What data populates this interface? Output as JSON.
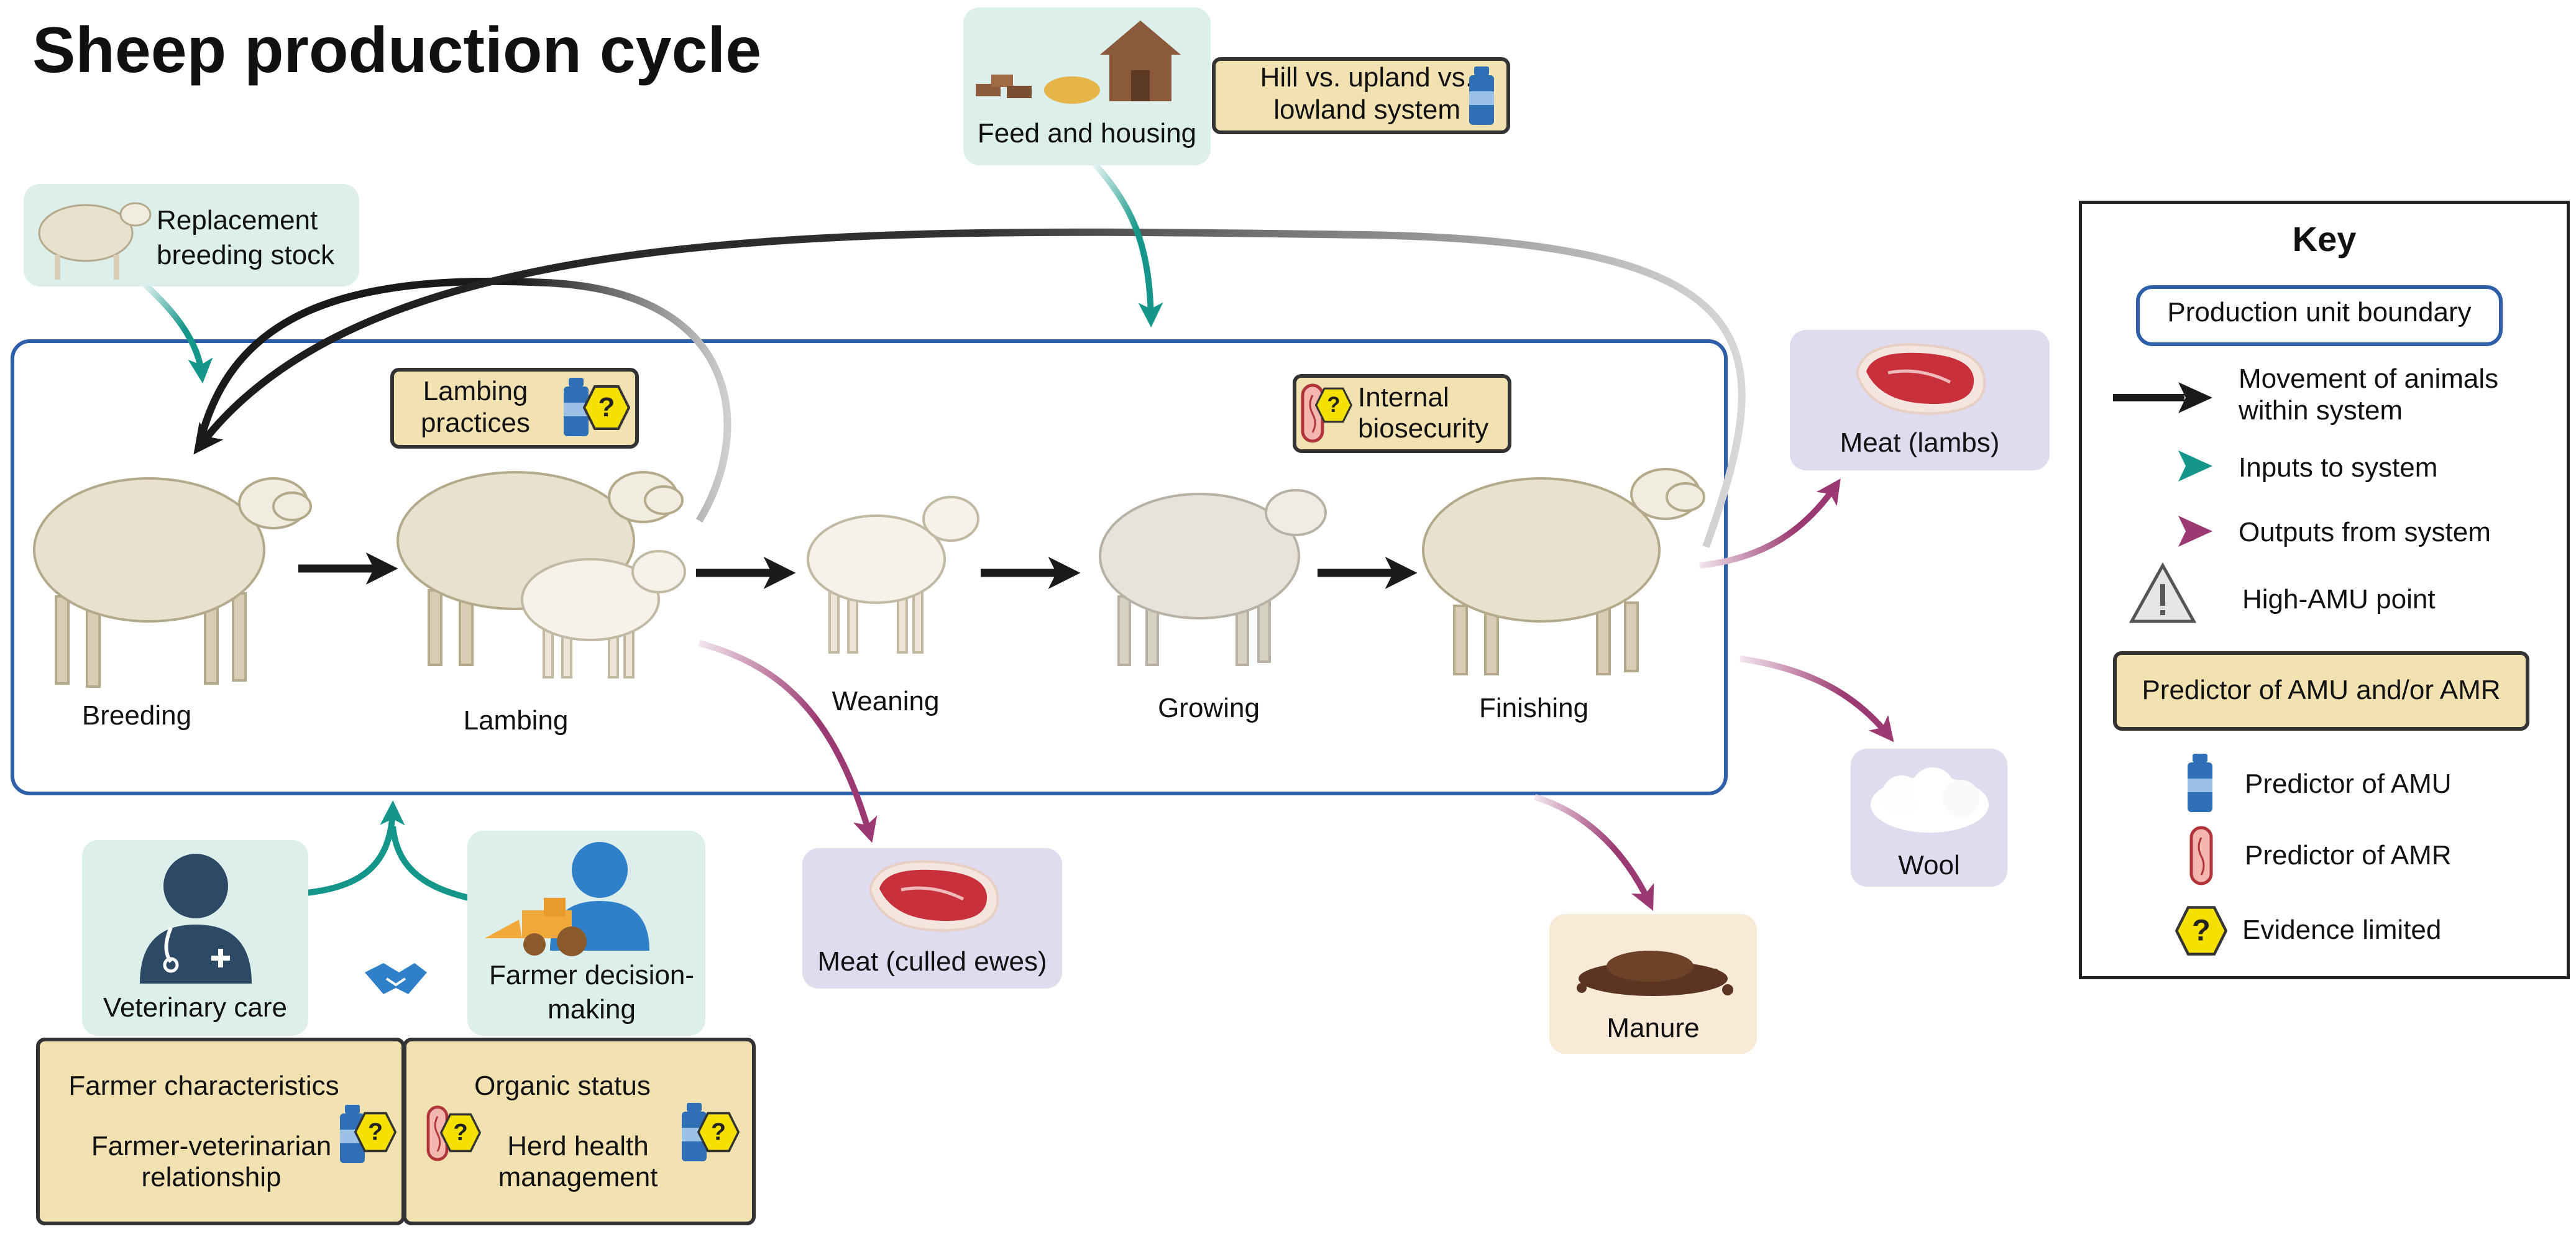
{
  "title": "Sheep production cycle",
  "stages": {
    "breeding": "Breeding",
    "lambing": "Lambing",
    "weaning": "Weaning",
    "growing": "Growing",
    "finishing": "Finishing"
  },
  "inputs": {
    "feed_housing": "Feed and housing",
    "replacement_line1": "Replacement",
    "replacement_line2": "breeding stock",
    "vet_care": "Veterinary care",
    "farmer_line1": "Farmer decision-",
    "farmer_line2": "making"
  },
  "outputs": {
    "meat_lambs": "Meat (lambs)",
    "wool": "Wool",
    "meat_culled": "Meat (culled ewes)",
    "manure": "Manure"
  },
  "predictors": {
    "system_line1": "Hill vs. upland vs.",
    "system_line2": "lowland system",
    "lambing_line1": "Lambing",
    "lambing_line2": "practices",
    "biosec_line1": "Internal",
    "biosec_line2": "biosecurity",
    "farmer_char": "Farmer characteristics",
    "fv_line1": "Farmer-veterinarian",
    "fv_line2": "relationship",
    "organic": "Organic status",
    "hhm_line1": "Herd health",
    "hhm_line2": "management"
  },
  "key": {
    "title": "Key",
    "boundary": "Production unit boundary",
    "movement_line1": "Movement of animals",
    "movement_line2": "within system",
    "inputs": "Inputs to system",
    "outputs": "Outputs from system",
    "high_amu": "High-AMU point",
    "predictor": "Predictor of AMU and/or AMR",
    "pred_amu": "Predictor of AMU",
    "pred_amr": "Predictor of AMR",
    "evidence": "Evidence limited"
  },
  "colors": {
    "boundary": "#2e5fa8",
    "movement_arrow": "#1a1a1a",
    "input_arrow": "#14978a",
    "output_arrow": "#9b3a72",
    "teal_box": "#dcefeb",
    "purple_box": "#dfdcf0",
    "peach_box": "#f9e9d7",
    "predictor_box": "#f2e2b2",
    "evidence_hex": "#f5e000"
  },
  "icons": [
    "sheep-icon",
    "lamb-icon",
    "house-icon",
    "hay-icon",
    "vet-icon",
    "farmer-icon",
    "tractor-icon",
    "handshake-icon",
    "meat-icon",
    "wool-icon",
    "manure-icon",
    "bottle-icon",
    "bacteria-icon",
    "evidence-hex-icon",
    "warning-triangle-icon"
  ]
}
